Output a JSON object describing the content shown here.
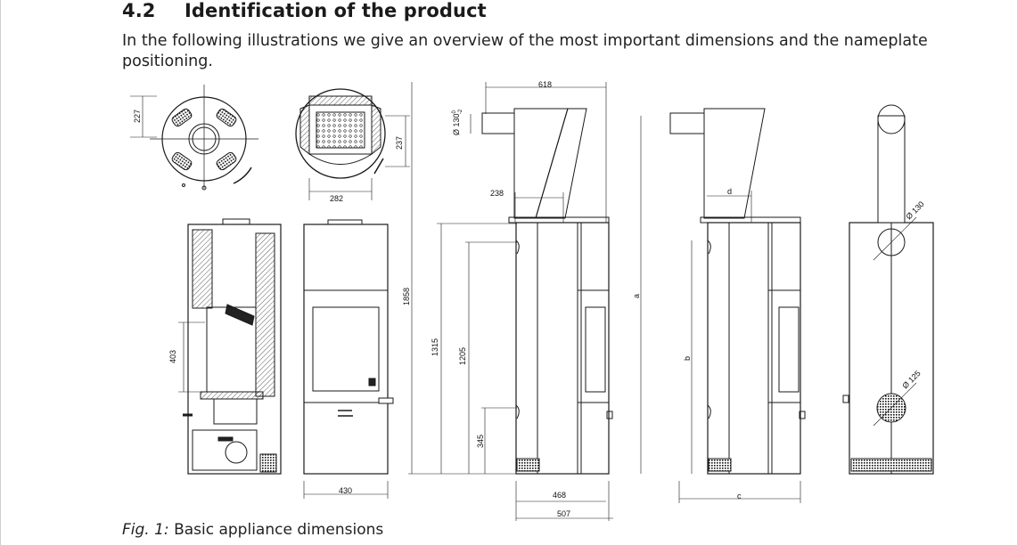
{
  "section": {
    "number": "4.2",
    "title": "Identification of the product",
    "intro": "In the following illustrations we give an overview of the most important dimensions and the nameplate positioning."
  },
  "figure": {
    "caption_prefix": "Fig. 1:",
    "caption_text": "Basic appliance dimensions",
    "dimensions": {
      "d227": "227",
      "d237": "237",
      "d282": "282",
      "d618": "618",
      "d130o": "Ø 130",
      "d130sup": "0",
      "d130sub": "-2",
      "d238": "238",
      "d1858": "1858",
      "d1315": "1315",
      "d1205": "1205",
      "d345": "345",
      "d403": "403",
      "d430": "430",
      "d468": "468",
      "d507": "507",
      "la": "a",
      "lb": "b",
      "lc": "c",
      "ld": "d",
      "o130": "Ø 130",
      "o125": "Ø 125"
    }
  }
}
